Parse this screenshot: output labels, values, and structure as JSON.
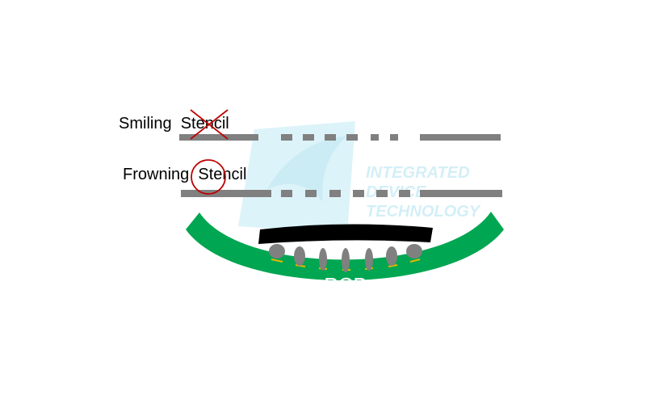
{
  "labels": {
    "smiling": "Smiling  Stencil",
    "frowning": "Frowning  Stencil",
    "pcb": "PCB"
  },
  "watermark": {
    "line1": "INTEGRATED",
    "line2": "DEVICE",
    "line3": "TECHNOLOGY"
  },
  "marks": {
    "smiling": "cross-mark-icon",
    "frowning": "circle-mark-icon"
  },
  "colors": {
    "stencil": "#808080",
    "pcb": "#00a651",
    "package": "#000000",
    "solder_ball": "#808080",
    "solder_paste": "#e6b800",
    "mark": "#c00000",
    "watermark": "#cfeef7",
    "label_text": "#000000",
    "pcb_text": "#ffffff"
  }
}
